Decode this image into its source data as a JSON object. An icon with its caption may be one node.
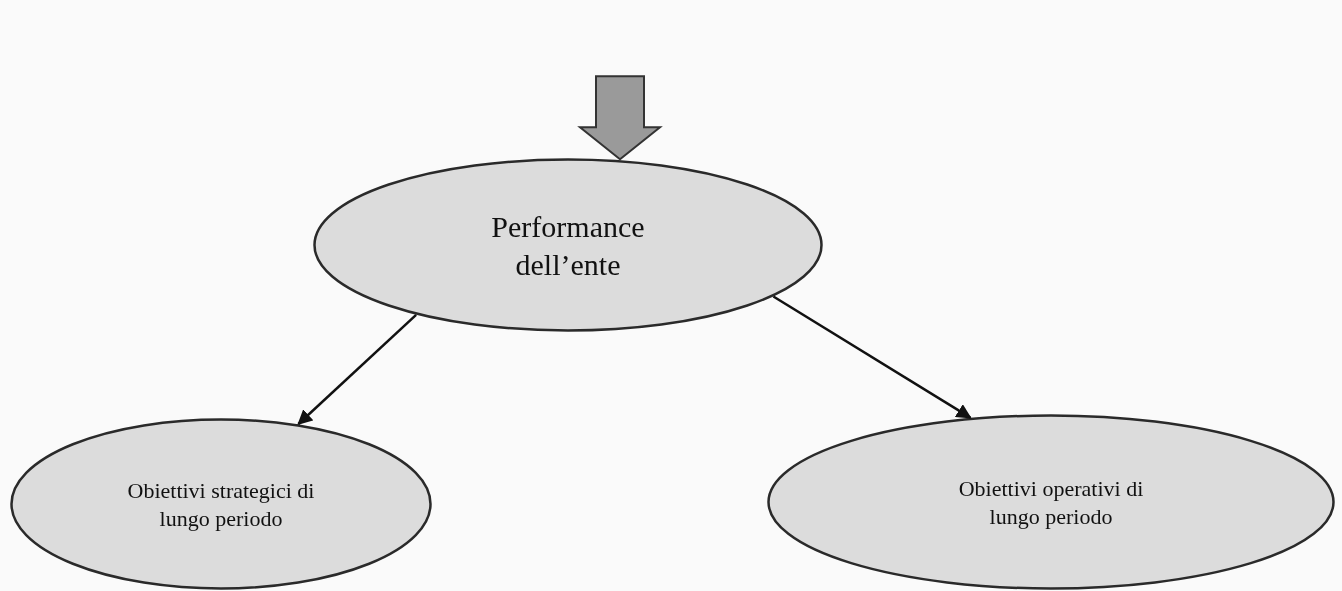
{
  "diagram": {
    "nodes": [
      {
        "text": [
          "Performance dell’ente"
        ]
      },
      {
        "text": [
          "Obiettivi strategici di lungo periodo"
        ]
      },
      {
        "text": [
          "Obiettivi operativi di lungo periodo"
        ]
      }
    ],
    "edges": [
      {
        "from": null,
        "to": 0,
        "arrow": "to",
        "style": "thick"
      },
      {
        "from": 0,
        "to": 1,
        "arrow": "to"
      },
      {
        "from": 0,
        "to": 2,
        "arrow": "to"
      }
    ]
  }
}
